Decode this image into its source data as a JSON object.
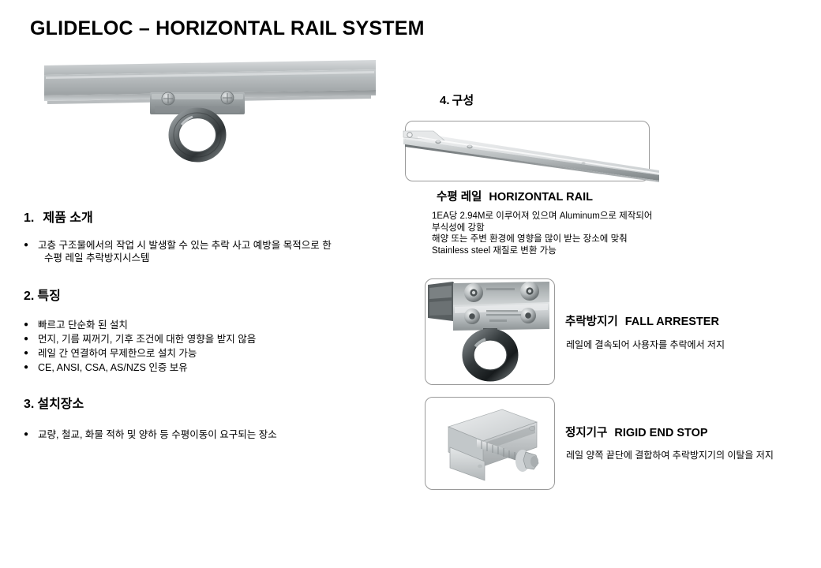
{
  "title": "GLIDELOC – HORIZONTAL RAIL SYSTEM",
  "colors": {
    "text": "#000000",
    "frame_border": "#9a9a9a",
    "metal_light": "#e9ebec",
    "metal_mid": "#b9bdbf",
    "metal_dark": "#6f7476",
    "background": "#ffffff"
  },
  "hero": {
    "icon": "horizontal-rail-with-fall-arrester-photo",
    "caption": ""
  },
  "left_column": {
    "sections": [
      {
        "number": "1.",
        "heading": "제품 소개",
        "bullets": [
          {
            "line1": "고층 구조물에서의 작업 시 발생할 수 있는 추락 사고 예방을 목적으로 한",
            "line2": "수평 레일 추락방지시스템"
          }
        ]
      },
      {
        "number": "2.",
        "heading": "특징",
        "bullets": [
          {
            "line1": "빠르고 단순화 된 설치"
          },
          {
            "line1": "먼지, 기름 찌꺼기, 기후 조건에 대한 영향을 받지 않음"
          },
          {
            "line1": "레일 간 연결하여 무제한으로 설치 가능"
          },
          {
            "line1": "CE, ANSI, CSA, AS/NZS 인증 보유"
          }
        ]
      },
      {
        "number": "3.",
        "heading": "설치장소",
        "bullets": [
          {
            "line1": "교량, 철교, 화물 적하 및 양하 등 수평이동이 요구되는 장소"
          }
        ]
      }
    ]
  },
  "right_column": {
    "section": {
      "number": "4.",
      "heading": "구성"
    },
    "items": [
      {
        "icon": "horizontal-rail-photo",
        "name_ko": "수평 레일",
        "name_en": "HORIZONTAL RAIL",
        "desc_lines": [
          "1EA당 2.94M로 이루어져 있으며 Aluminum으로 제작되어",
          "부식성에 강함",
          "해양 또는 주변 환경에 영향을 많이 받는 장소에 맞춰",
          "Stainless steel 재질로 변환 가능"
        ]
      },
      {
        "icon": "fall-arrester-photo",
        "name_ko": "추락방지기",
        "name_en": "FALL ARRESTER",
        "desc": "레일에 결속되어 사용자를 추락에서 저지"
      },
      {
        "icon": "rigid-end-stop-photo",
        "name_ko": "정지기구",
        "name_en": "RIGID END STOP",
        "desc": "레일 양쪽 끝단에 결합하여 추락방지기의 이탈을 저지"
      }
    ]
  }
}
